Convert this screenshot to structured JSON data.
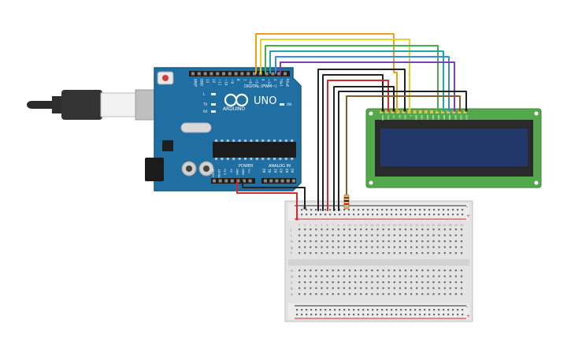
{
  "canvas": {
    "background": "#ffffff"
  },
  "arduino": {
    "brand": "ARDUINO",
    "model": "UNO",
    "on_label": "ON",
    "tx_label": "TX",
    "rx_label": "RX",
    "l_label": "L",
    "digital_label": "DIGITAL (PWM~)",
    "power_label": "POWER",
    "analog_label": "ANALOG IN",
    "digital_pins": [
      "AREF",
      "GND",
      "13",
      "12",
      "~11",
      "~10",
      "~9",
      "8",
      "7",
      "~6",
      "~5",
      "4",
      "~3",
      "2",
      "TX▸1",
      "RX◂0"
    ],
    "power_pins": [
      "IOREF",
      "RESET",
      "3.3V",
      "5V",
      "GND",
      "GND",
      "Vin"
    ],
    "analog_pins": [
      "A0",
      "A1",
      "A2",
      "A3",
      "A4",
      "A5"
    ],
    "board_color": "#1f6fa3"
  },
  "lcd": {
    "pcb_color": "#54a84c",
    "screen_color": "#23386a",
    "pins": [
      "GND",
      "VCC",
      "V0",
      "RS",
      "RW",
      "E",
      "DB0",
      "DB1",
      "DB2",
      "DB3",
      "DB4",
      "DB5",
      "DB6",
      "DB7",
      "LED",
      "LED"
    ]
  },
  "breadboard": {
    "columns": 30,
    "rows_top": [
      "j",
      "i",
      "h",
      "g",
      "f"
    ],
    "rows_bottom": [
      "e",
      "d",
      "c",
      "b",
      "a"
    ],
    "rail_plus": "+",
    "rail_minus": "-"
  },
  "wire_colors": {
    "orange": "#e9a21b",
    "yellow": "#e7d22a",
    "green": "#46b044",
    "teal": "#20a7a7",
    "blue": "#3a8dde",
    "purple": "#7b3fbf",
    "black": "#222222",
    "red": "#d42a2a",
    "brown": "#8b5a2b"
  }
}
